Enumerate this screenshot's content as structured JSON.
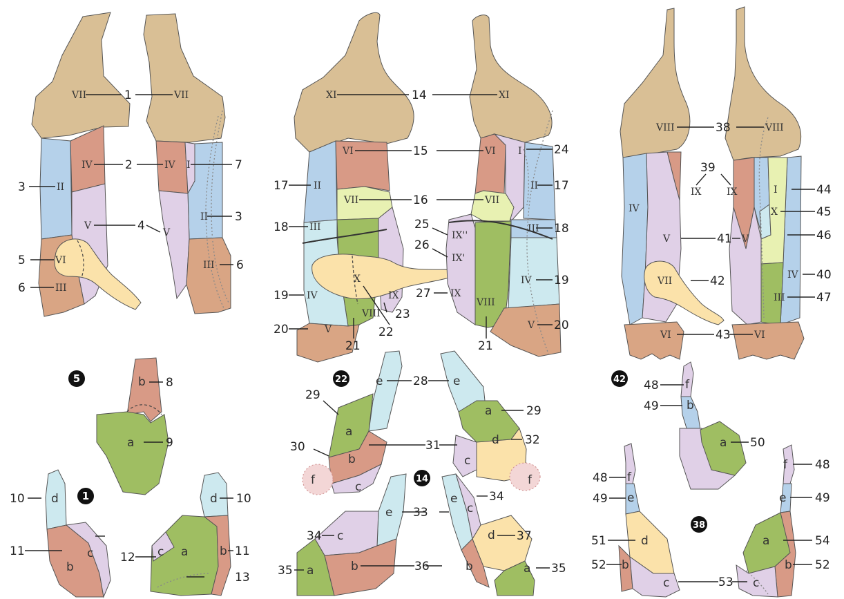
{
  "colors": {
    "tan": "#d9bf95",
    "pink": "#d89a86",
    "blue": "#b5d1ea",
    "lavender": "#e0d0e7",
    "green": "#9fbe62",
    "yellow": "#fbe2aa",
    "lightgreen": "#e8f1b2",
    "cyan": "#cde9ef",
    "bone": "#fdecc2",
    "badge": "#111111"
  },
  "roman": {
    "vii": "VII",
    "vi": "VI",
    "iv": "IV",
    "ii": "II",
    "iii": "III",
    "v": "V",
    "i": "I",
    "xi": "XI",
    "x": "X",
    "ix": "IX",
    "viii": "VIII",
    "ix2": "IX''",
    "ix1": "IX'"
  },
  "letters": {
    "a": "a",
    "b": "b",
    "c": "c",
    "d": "d",
    "e": "e",
    "f": "f"
  },
  "numbers": {
    "n1": "1",
    "n2": "2",
    "n3": "3",
    "n4": "4",
    "n5": "5",
    "n6": "6",
    "n7": "7",
    "n8": "8",
    "n9": "9",
    "n10": "10",
    "n11": "11",
    "n12": "12",
    "n13": "13",
    "n14": "14",
    "n15": "15",
    "n16": "16",
    "n17": "17",
    "n18": "18",
    "n19": "19",
    "n20": "20",
    "n21": "21",
    "n22": "22",
    "n23": "23",
    "n24": "24",
    "n25": "25",
    "n26": "26",
    "n27": "27",
    "n28": "28",
    "n29": "29",
    "n30": "30",
    "n31": "31",
    "n32": "32",
    "n33": "33",
    "n34": "34",
    "n35": "35",
    "n36": "36",
    "n37": "37",
    "n38": "38",
    "n39": "39",
    "n40": "40",
    "n41": "41",
    "n42": "42",
    "n43": "43",
    "n44": "44",
    "n45": "45",
    "n46": "46",
    "n47": "47",
    "n48": "48",
    "n49": "49",
    "n50": "50",
    "n51": "51",
    "n52": "52",
    "n53": "53",
    "n54": "54"
  },
  "badges": {
    "b5": "5",
    "b1": "1",
    "b22": "22",
    "b14": "14",
    "b42": "42",
    "b38": "38"
  }
}
